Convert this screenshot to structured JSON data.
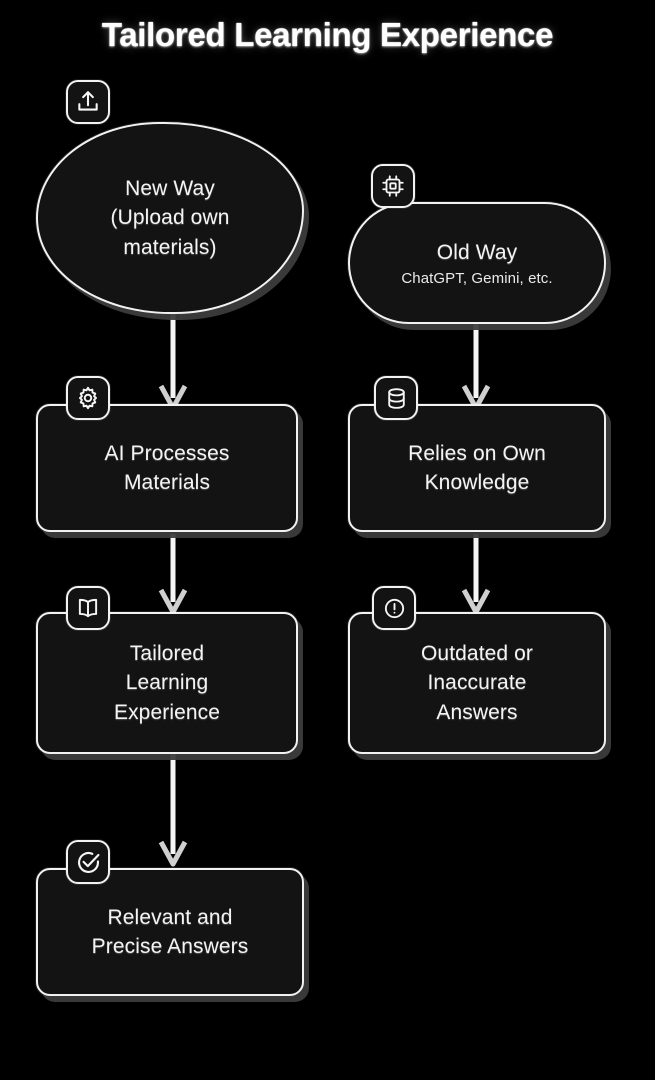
{
  "title": "Tailored Learning Experience",
  "colors": {
    "background": "#000000",
    "node_fill": "#131313",
    "node_stroke": "#f2f2f2",
    "text": "#f4f4f4",
    "edge": "#f5f5f5",
    "shadow": "#3c3c3c"
  },
  "nodes": [
    {
      "id": "new-way",
      "label": "New Way\n(Upload own\nmaterials)",
      "line1": "New Way",
      "line2": "(Upload own",
      "line3": "materials)",
      "icon": "upload-icon",
      "shape": "blob",
      "column": "left",
      "row": 1
    },
    {
      "id": "old-way",
      "label": "Old Way",
      "sublabel": "ChatGPT, Gemini, etc.",
      "icon": "chip-icon",
      "shape": "pill",
      "column": "right",
      "row": 1
    },
    {
      "id": "ai-processes",
      "label": "AI Processes\nMaterials",
      "line1": "AI Processes",
      "line2": "Materials",
      "icon": "gear-icon",
      "shape": "rect",
      "column": "left",
      "row": 2
    },
    {
      "id": "relies-own-knowledge",
      "label": "Relies on Own\nKnowledge",
      "line1": "Relies on Own",
      "line2": "Knowledge",
      "icon": "database-icon",
      "shape": "rect",
      "column": "right",
      "row": 2
    },
    {
      "id": "tailored-learning",
      "label": "Tailored\nLearning\nExperience",
      "line1": "Tailored",
      "line2": "Learning",
      "line3": "Experience",
      "icon": "book-icon",
      "shape": "rect",
      "column": "left",
      "row": 3
    },
    {
      "id": "outdated-answers",
      "label": "Outdated or\nInaccurate\nAnswers",
      "line1": "Outdated or",
      "line2": "Inaccurate",
      "line3": "Answers",
      "icon": "alert-circle-icon",
      "shape": "rect",
      "column": "right",
      "row": 3
    },
    {
      "id": "relevant-precise",
      "label": "Relevant and\nPrecise Answers",
      "line1": "Relevant and",
      "line2": "Precise Answers",
      "icon": "check-circle-icon",
      "shape": "rect",
      "column": "left",
      "row": 4
    }
  ],
  "edges": [
    {
      "from": "new-way",
      "to": "ai-processes",
      "arrow": "down"
    },
    {
      "from": "old-way",
      "to": "relies-own-knowledge",
      "arrow": "down"
    },
    {
      "from": "ai-processes",
      "to": "tailored-learning",
      "arrow": "down"
    },
    {
      "from": "relies-own-knowledge",
      "to": "outdated-answers",
      "arrow": "down"
    },
    {
      "from": "tailored-learning",
      "to": "relevant-precise",
      "arrow": "down"
    }
  ]
}
